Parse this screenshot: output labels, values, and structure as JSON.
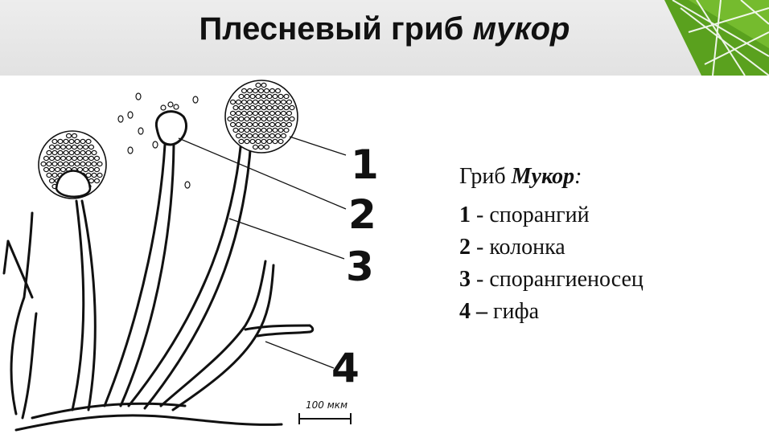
{
  "title": {
    "plain": "Плесневый гриб ",
    "italic": "мукор"
  },
  "labels": {
    "n1": "1",
    "n2": "2",
    "n3": "3",
    "n4": "4"
  },
  "legend": {
    "head_plain": "Гриб ",
    "head_bold_italic": "Мукор",
    "head_colon": ":",
    "items": [
      {
        "num": "1",
        "sep": " - ",
        "text": "спорангий"
      },
      {
        "num": "2",
        "sep": " - ",
        "text": "колонка"
      },
      {
        "num": "3",
        "sep": " - ",
        "text": "спорангиеносец"
      },
      {
        "num": "4",
        "sep": " – ",
        "text": "гифа"
      }
    ]
  },
  "scale": {
    "label": "100 мкм"
  },
  "colors": {
    "accent_green": "#5aa11e",
    "title_bg": "#e6e6e6",
    "ink": "#111111"
  }
}
